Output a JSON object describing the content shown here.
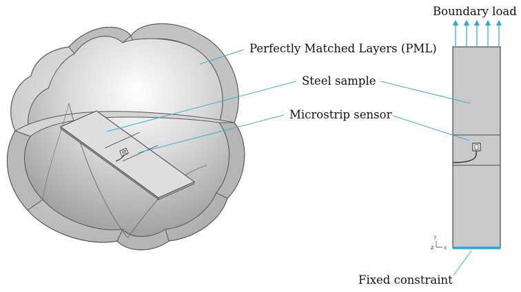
{
  "labels": {
    "boundary_load": "Boundary load",
    "pml": "Perfectly Matched Layers (PML)",
    "steel_sample": "Steel sample",
    "microstrip_sensor": "Microstrip sensor",
    "fixed_constraint": "Fixed constraint"
  },
  "axis_triad": {
    "y": "y",
    "z": "z",
    "x": "x"
  },
  "colors": {
    "leader": "#3aaed8",
    "arrow": "#2aa7d6",
    "body_fill": "#c9c9c9",
    "body_stroke": "#4a4a4a",
    "fixed_edge": "#23a9dc",
    "y_axis": "#2e9b3a",
    "x_axis": "#d03030"
  },
  "icons": [
    "upward-arrow-icon",
    "sensor-chip-icon",
    "axis-triad-icon"
  ]
}
